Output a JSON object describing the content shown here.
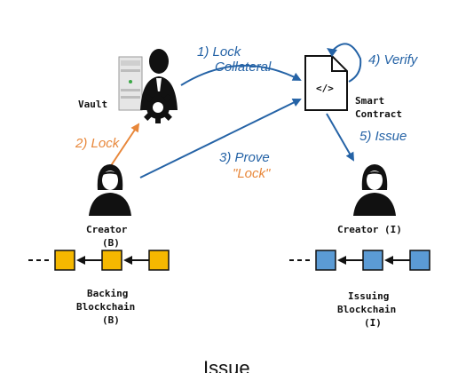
{
  "colors": {
    "blue": "#2563a6",
    "orange": "#e8873a",
    "block_yellow": "#f5b800",
    "block_blue": "#5b9bd5",
    "black": "#111111"
  },
  "vault": {
    "label": "Vault"
  },
  "smart_contract": {
    "icon_text": "</>",
    "label_line1": "Smart",
    "label_line2": "Contract"
  },
  "steps": {
    "lock_collateral_line1": "1) Lock",
    "lock_collateral_line2": "Collateral",
    "lock": "2) Lock",
    "prove_line1": "3) Prove",
    "prove_line2": "\"Lock\"",
    "verify": "4) Verify",
    "issue": "5) Issue"
  },
  "creator_left": {
    "label": "Creator",
    "sub": "(B)"
  },
  "creator_right": {
    "label": "Creator (I)"
  },
  "backing_chain": {
    "line1": "Backing",
    "line2": "Blockchain",
    "line3": "(B)"
  },
  "issuing_chain": {
    "line1": "Issuing",
    "line2": "Blockchain",
    "line3": "(I)"
  },
  "caption": "Issue"
}
